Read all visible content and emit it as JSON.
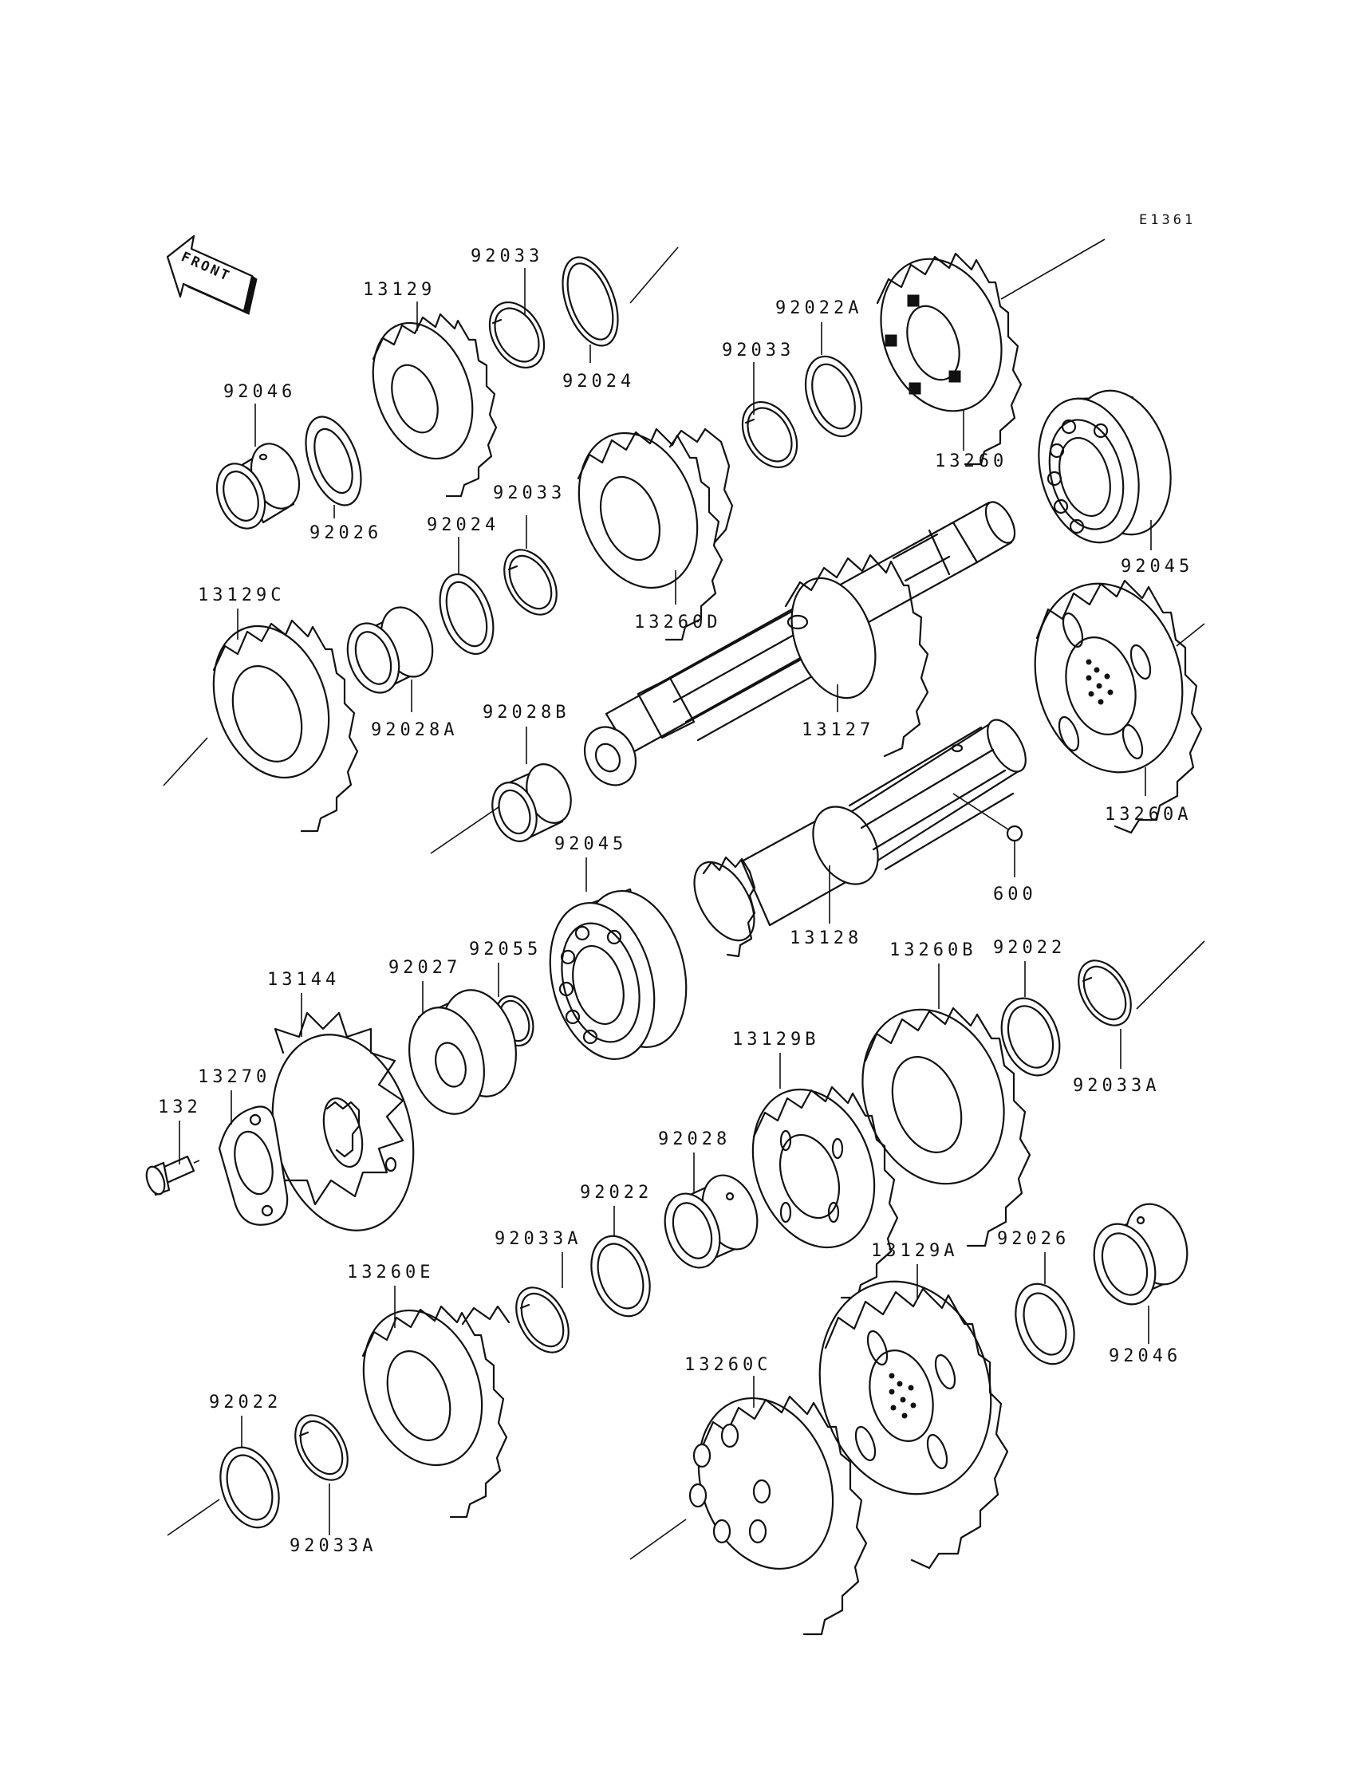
{
  "diagram_code": "E1361",
  "front_label": "FRONT",
  "labels": {
    "p92033_a": "92033",
    "p92024_a": "92024",
    "p13129": "13129",
    "p92046_a": "92046",
    "p92026_a": "92026",
    "p92022A": "92022A",
    "p92033_b": "92033",
    "p13260": "13260",
    "p92045_a": "92045",
    "p92033_c": "92033",
    "p92024_b": "92024",
    "p13260D": "13260D",
    "p13129C": "13129C",
    "p92028A": "92028A",
    "p92028B": "92028B",
    "p13127": "13127",
    "p13260A": "13260A",
    "p600": "600",
    "p13128": "13128",
    "p92045_b": "92045",
    "p92055": "92055",
    "p92027": "92027",
    "p13144": "13144",
    "p13270": "13270",
    "p132": "132",
    "p13260B": "13260B",
    "p92022_a": "92022",
    "p92033A_a": "92033A",
    "p13129B": "13129B",
    "p92028": "92028",
    "p92022_b": "92022",
    "p92033A_b": "92033A",
    "p13260E": "13260E",
    "p13129A": "13129A",
    "p92026_b": "92026",
    "p92046_b": "92046",
    "p13260C": "13260C",
    "p92022_c": "92022",
    "p92033A_c": "92033A"
  }
}
